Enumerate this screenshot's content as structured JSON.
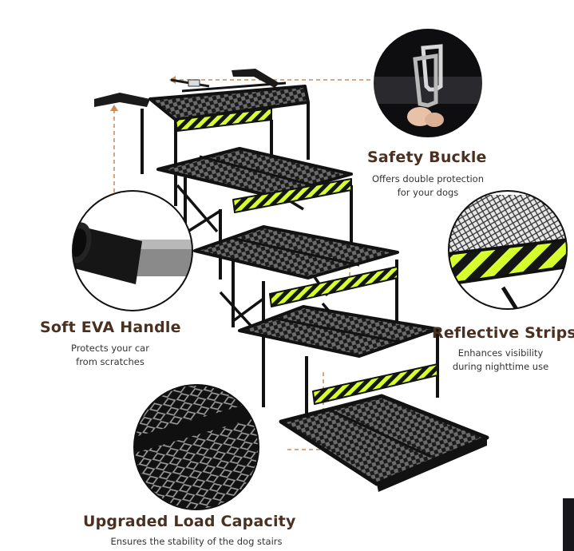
{
  "features": [
    {
      "title": "Safety Buckle",
      "desc_lines": [
        "Offers double protection",
        "for your dogs"
      ]
    },
    {
      "title": "Soft EVA Handle",
      "desc_lines": [
        "Protects your car",
        "from scratches"
      ]
    },
    {
      "title": "Reflective Strips",
      "desc_lines": [
        "Enhances visibility",
        "during nighttime use"
      ]
    },
    {
      "title": "Upgraded Load Capacity",
      "desc_lines": [
        "Ensures the stability of the dog stairs"
      ]
    }
  ],
  "colors": {
    "title_text": "#4a3020",
    "desc_text": "#333333",
    "callout_dash": "#c98a5a",
    "frame": "#121212",
    "reflective_yellow": "#d7ff2e"
  },
  "icons": [
    "safety-buckle-closeup",
    "eva-handle-closeup",
    "reflective-strip-closeup",
    "mesh-platform-closeup",
    "dog-stairs-product"
  ]
}
